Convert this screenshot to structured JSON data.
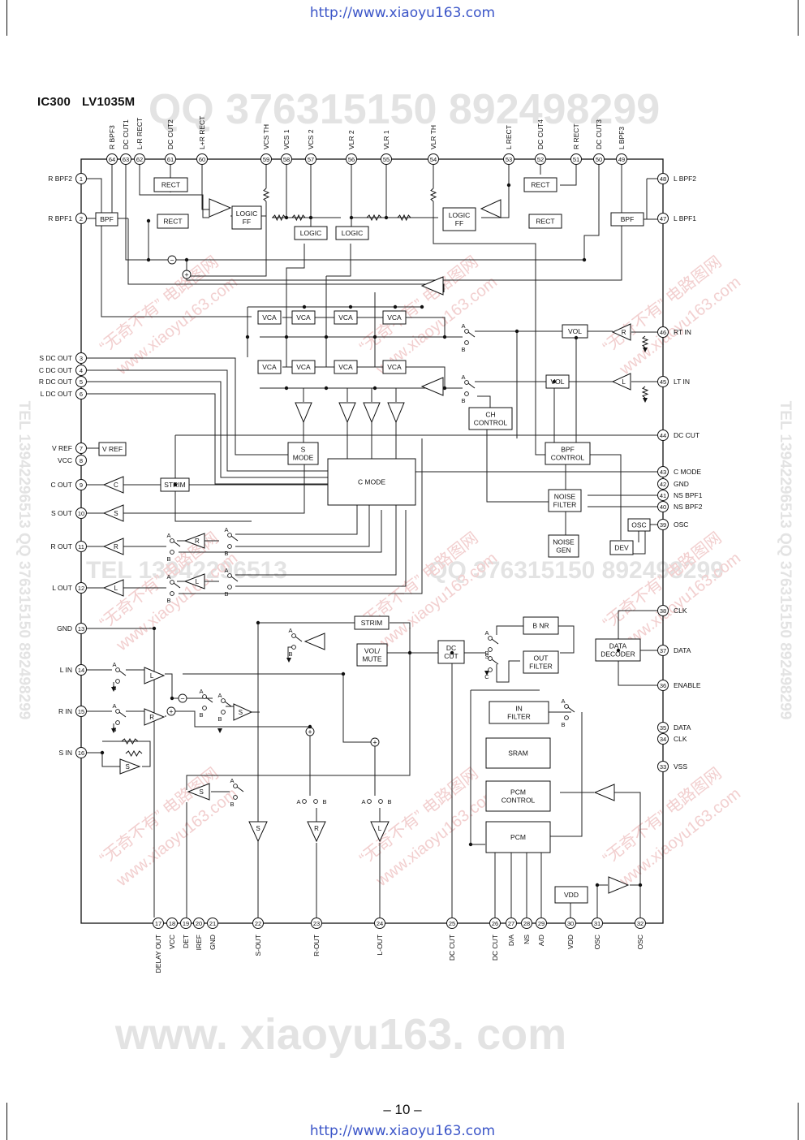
{
  "page": {
    "url_top": "http://www.xiaoyu163.com",
    "url_bottom": "http://www.xiaoyu163.com",
    "ic_ref": "IC300",
    "ic_part": "LV1035M",
    "page_number": "– 10 –"
  },
  "watermarks": [
    "QQ 376315150    892498299",
    "TEL 13942296513",
    "QQ 376315150",
    "892498299",
    "www.xiaoyu163.com",
    "“无奇不有” 电路图网",
    "www. xiaoyu163. com",
    "TEL 13942296513  QQ 376315150  892498299"
  ],
  "pins": {
    "left": [
      {
        "num": "1",
        "name": "R BPF2"
      },
      {
        "num": "2",
        "name": "R BPF1"
      },
      {
        "num": "3",
        "name": "S DC OUT"
      },
      {
        "num": "4",
        "name": "C DC OUT"
      },
      {
        "num": "5",
        "name": "R DC OUT"
      },
      {
        "num": "6",
        "name": "L DC OUT"
      },
      {
        "num": "7",
        "name": "V REF"
      },
      {
        "num": "8",
        "name": "VCC"
      },
      {
        "num": "9",
        "name": "C OUT"
      },
      {
        "num": "10",
        "name": "S OUT"
      },
      {
        "num": "11",
        "name": "R OUT"
      },
      {
        "num": "12",
        "name": "L OUT"
      },
      {
        "num": "13",
        "name": "GND"
      },
      {
        "num": "14",
        "name": "L IN"
      },
      {
        "num": "15",
        "name": "R IN"
      },
      {
        "num": "16",
        "name": "S IN"
      }
    ],
    "right": [
      {
        "num": "48",
        "name": "L BPF2"
      },
      {
        "num": "47",
        "name": "L BPF1"
      },
      {
        "num": "46",
        "name": "RT IN"
      },
      {
        "num": "45",
        "name": "LT IN"
      },
      {
        "num": "44",
        "name": "DC CUT"
      },
      {
        "num": "43",
        "name": "C MODE"
      },
      {
        "num": "42",
        "name": "GND"
      },
      {
        "num": "41",
        "name": "NS BPF1"
      },
      {
        "num": "40",
        "name": "NS BPF2"
      },
      {
        "num": "39",
        "name": "OSC"
      },
      {
        "num": "38",
        "name": "CLK"
      },
      {
        "num": "37",
        "name": "DATA"
      },
      {
        "num": "36",
        "name": "ENABLE"
      },
      {
        "num": "35",
        "name": "DATA"
      },
      {
        "num": "34",
        "name": "CLK"
      },
      {
        "num": "33",
        "name": "VSS"
      }
    ],
    "top": [
      {
        "num": "64",
        "name": "R BPF3"
      },
      {
        "num": "63",
        "name": "DC CUT1"
      },
      {
        "num": "62",
        "name": "L-R RECT"
      },
      {
        "num": "61",
        "name": "DC CUT2"
      },
      {
        "num": "60",
        "name": "L+R RECT"
      },
      {
        "num": "59",
        "name": "VCS TH"
      },
      {
        "num": "58",
        "name": "VCS 1"
      },
      {
        "num": "57",
        "name": "VCS 2"
      },
      {
        "num": "56",
        "name": "VLR 2"
      },
      {
        "num": "55",
        "name": "VLR 1"
      },
      {
        "num": "54",
        "name": "VLR TH"
      },
      {
        "num": "53",
        "name": "L RECT"
      },
      {
        "num": "52",
        "name": "DC CUT4"
      },
      {
        "num": "51",
        "name": "R RECT"
      },
      {
        "num": "50",
        "name": "DC CUT3"
      },
      {
        "num": "49",
        "name": "L BPF3"
      }
    ],
    "bottom": [
      {
        "num": "17",
        "name": "DELAY OUT"
      },
      {
        "num": "18",
        "name": "VCC"
      },
      {
        "num": "19",
        "name": "DET"
      },
      {
        "num": "20",
        "name": "IREF"
      },
      {
        "num": "21",
        "name": "GND"
      },
      {
        "num": "22",
        "name": "S-OUT"
      },
      {
        "num": "23",
        "name": "R-OUT"
      },
      {
        "num": "24",
        "name": "L-OUT"
      },
      {
        "num": "25",
        "name": "DC CUT"
      },
      {
        "num": "26",
        "name": "DC CUT"
      },
      {
        "num": "27",
        "name": "D/A"
      },
      {
        "num": "28",
        "name": "NS"
      },
      {
        "num": "29",
        "name": "A/D"
      },
      {
        "num": "30",
        "name": "VDD"
      },
      {
        "num": "31",
        "name": "OSC"
      },
      {
        "num": "32",
        "name": "OSC"
      }
    ]
  },
  "blocks": {
    "rect": "RECT",
    "bpf": "BPF",
    "logic_ff": [
      "LOGIC",
      "FF"
    ],
    "logic": "LOGIC",
    "vca": "VCA",
    "vol": "VOL",
    "vref": "V REF",
    "ch_control": [
      "CH",
      "CONTROL"
    ],
    "s_mode": [
      "S",
      "MODE"
    ],
    "c_mode": "C MODE",
    "bpf_control": [
      "BPF",
      "CONTROL"
    ],
    "strim": "STRIM",
    "noise_filter": [
      "NOISE",
      "FILTER"
    ],
    "noise_gen": [
      "NOISE",
      "GEN"
    ],
    "osc": "OSC",
    "dev": "DEV",
    "b_nr": "B NR",
    "dc_cut": [
      "DC",
      "CUT"
    ],
    "out_filter": [
      "OUT",
      "FILTER"
    ],
    "vol_mute": [
      "VOL/",
      "MUTE"
    ],
    "data_decoder": [
      "DATA",
      "DECODER"
    ],
    "in_filter": [
      "IN",
      "FILTER"
    ],
    "sram": "SRAM",
    "pcm_control": [
      "PCM",
      "CONTROL"
    ],
    "pcm": "PCM",
    "vdd": "VDD"
  },
  "symbols": {
    "switch_a": "A",
    "switch_b": "B",
    "switch_s": "S",
    "switch_c": "C",
    "amp_r": "R",
    "amp_l": "L",
    "amp_s": "S",
    "amp_c": "C",
    "plus": "+",
    "minus": "−"
  }
}
